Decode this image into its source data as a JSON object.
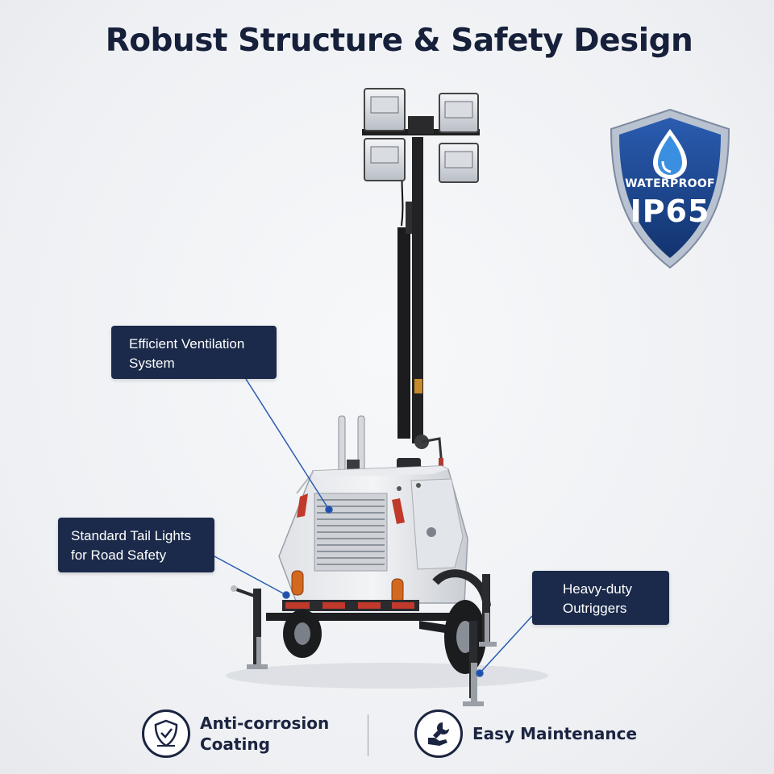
{
  "header": {
    "title": "Robust Structure & Safety Design"
  },
  "badge": {
    "line1": "WATERPROOF",
    "line2": "IP65",
    "icon": "water-drop-icon",
    "color": "#1e4a94"
  },
  "callouts": {
    "ventilation": [
      "Efficient Ventilation",
      "System"
    ],
    "tail_lights": [
      "Standard Tail Lights",
      "for Road Safety"
    ],
    "outriggers": [
      "Heavy-duty",
      "Outriggers"
    ]
  },
  "features": [
    {
      "label": [
        "Anti-corrosion",
        "Coating"
      ],
      "icon": "shield-check-icon"
    },
    {
      "label": [
        "Easy Maintenance"
      ],
      "icon": "wrench-hand-icon"
    }
  ],
  "colors": {
    "navy": "#1b2a4a",
    "leader": "#2a5bb0",
    "accent_red": "#c0392b"
  }
}
